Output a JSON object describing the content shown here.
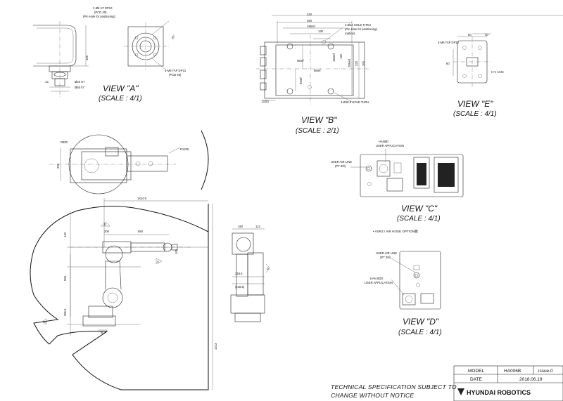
{
  "views": {
    "a": {
      "title": "VIEW  \"A\"",
      "scale": "(SCALE : 4/1)",
      "notes": [
        "2-Ø6 H7 DP10",
        "(PCD 40)",
        "(Pin Hole for positioning)",
        "4-M6 TAP DP13",
        "(PCD 40)"
      ],
      "dims": [
        "105",
        "Ø25 H7",
        "Ø50 h7",
        "13",
        "45°"
      ]
    },
    "b": {
      "title": "VIEW  \"B\"",
      "scale": "(SCALE : 2/1)",
      "notes": [
        "2-Ø12 HOLE THRU",
        "(Pin Hole for positioning)",
        "(option)",
        "4-Ø18.5 HOLE THRU"
      ],
      "dims": [
        "320",
        "260",
        "196ref",
        "130",
        "165ref",
        "120",
        "285ref",
        "320",
        "260",
        "98ref",
        "65ref",
        "98ref",
        "(330)"
      ]
    },
    "e": {
      "title": "VIEW  \"E\"",
      "scale": "(SCALE : 4/1)",
      "notes": [
        "H-V AXIS",
        "4-M6 TAP DP12"
      ],
      "dims": [
        "50",
        "40",
        "60"
      ]
    },
    "c": {
      "title": "VIEW  \"C\"",
      "scale": "(SCALE : 4/1)",
      "notes": [
        "HAN8D",
        "USER APPLICATION",
        "USER AIR LINE",
        "(PT 3/8)",
        "• ASR2 / AIR HOSE OPTION圖"
      ]
    },
    "d": {
      "title": "VIEW  \"D\"",
      "scale": "(SCALE : 4/1)",
      "notes": [
        "USER AIR LINE",
        "(PT 3/8)",
        "HAN 8DD",
        "USER APPLICATION"
      ]
    }
  },
  "main": {
    "dims": [
      "1424.9",
      "200",
      "650",
      "105",
      "140",
      "560",
      "356.5",
      "1213",
      "R1425",
      "R600",
      "220"
    ],
    "markers": [
      "E",
      "A",
      "C",
      "B"
    ]
  },
  "side": {
    "dims": [
      "180",
      "113",
      "218.5",
      "(218.5)"
    ],
    "markers": [
      "D"
    ]
  },
  "title_block": {
    "model_label": "MODEL",
    "model_value": "HA006B",
    "issue": "issue.0",
    "date_label": "DATE",
    "date_value": "2018.06.19",
    "brand": "HYUNDAI ROBOTICS"
  },
  "disclaimer": [
    "TECHNICAL SPECIFICATION SUBJECT TO",
    "CHANGE WITHOUT NOTICE"
  ]
}
